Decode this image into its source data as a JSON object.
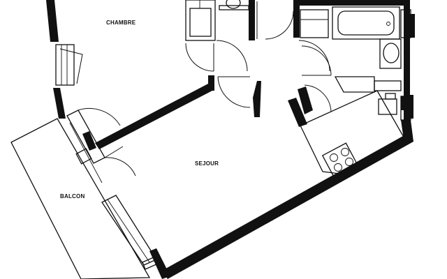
{
  "plan": {
    "rooms": [
      {
        "id": "chambre",
        "label": "CHAMBRE"
      },
      {
        "id": "sejour",
        "label": "SEJOUR"
      },
      {
        "id": "balcon",
        "label": "BALCON"
      }
    ],
    "fixtures": [
      "bathtub",
      "washbasin",
      "toilet",
      "cooktop",
      "closet"
    ],
    "colors": {
      "walls": "#111111",
      "background": "#ffffff"
    }
  }
}
